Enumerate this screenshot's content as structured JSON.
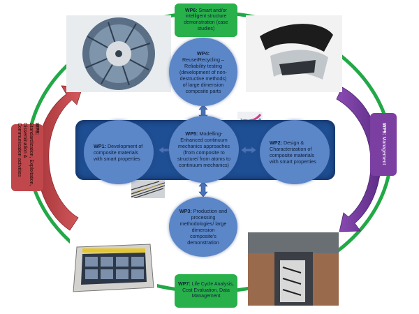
{
  "wp1": {
    "id": "WP1:",
    "text": "Development of composite materials with smart properties"
  },
  "wp2": {
    "id": "WP2:",
    "text": "Design & Characterization of composite materials with smart properties"
  },
  "wp3": {
    "id": "WP3:",
    "text": "Production and processing methodologies/ large dimension composite's demonstration"
  },
  "wp4": {
    "id": "WP4:",
    "text": "Reuse/Recycling – Reliability testing (development of non-destructive methods) of large dimension composite parts"
  },
  "wp5": {
    "id": "WP5:",
    "text": "Modelling-Enhanced continuum mechanics approaches (from composite to structure/ from atoms to continuum mechanics)"
  },
  "wp6": {
    "id": "WP6:",
    "text": "Smart and/or intelligent structure demonstration (case studies)"
  },
  "wp7": {
    "id": "WP7:",
    "text": "Life Cycle Analysis, Cost Evaluation, Data Management"
  },
  "wp8": {
    "id": "WP8:",
    "text": "Standardization, Exploitation, Dissemination & Communication activities"
  },
  "wp9": {
    "id": "WP9:",
    "text": "Management"
  },
  "colors": {
    "cycle_green": "#22a846",
    "band_blue": "#1e4e93",
    "circle_blue": "#5b86c8",
    "wp8_red": "#c0474b",
    "wp9_purple": "#7b3fa2",
    "box_green": "#28b04a"
  }
}
